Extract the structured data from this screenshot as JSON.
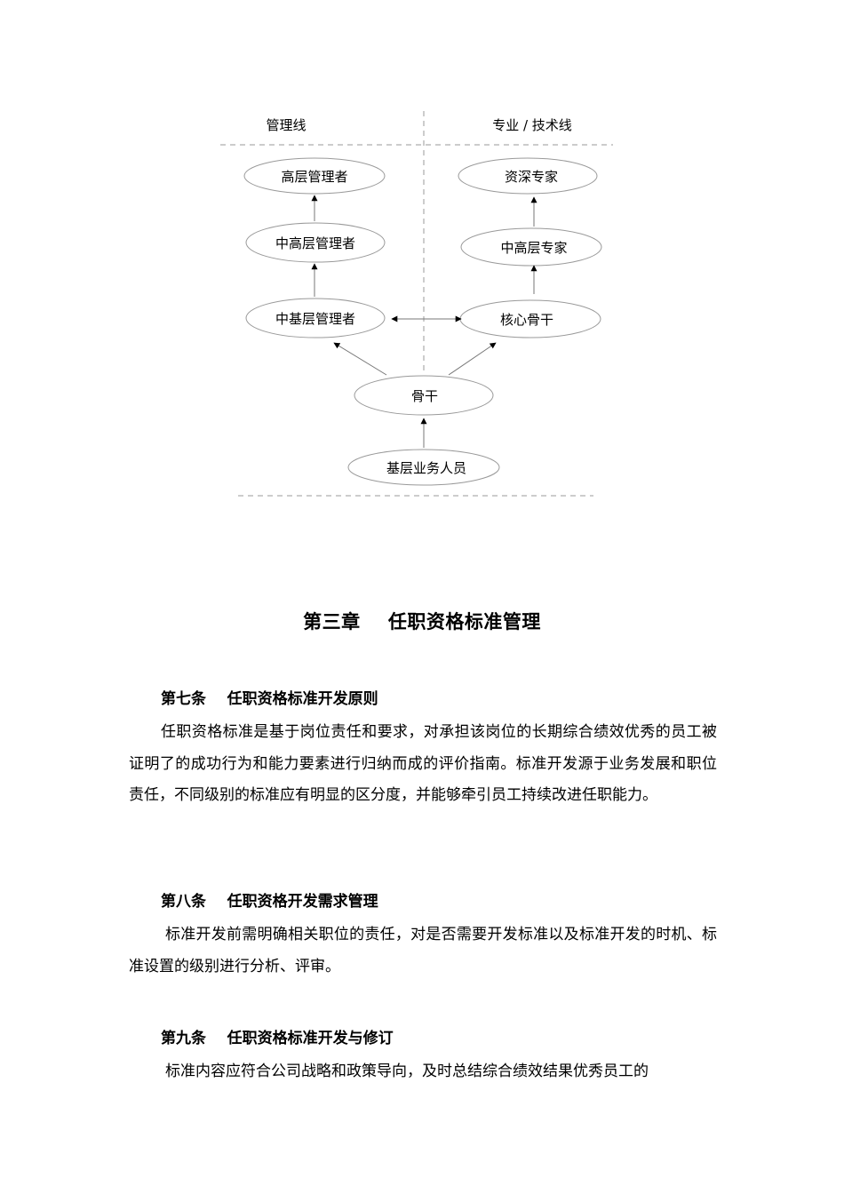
{
  "diagram": {
    "headers": {
      "management": "管理线",
      "technical": "专业 / 技术线"
    },
    "nodes": {
      "senior_manager": "高层管理者",
      "upper_mid_manager": "中高层管理者",
      "mid_base_manager": "中基层管理者",
      "senior_expert": "资深专家",
      "upper_mid_expert": "中高层专家",
      "core_backbone": "核心骨干",
      "backbone": "骨干",
      "base_staff": "基层业务人员"
    }
  },
  "chapter": {
    "title": "第三章    任职资格标准管理"
  },
  "articles": [
    {
      "heading": "第七条    任职资格标准开发原则",
      "body": "任职资格标准是基于岗位责任和要求，对承担该岗位的长期综合绩效优秀的员工被证明了的成功行为和能力要素进行归纳而成的评价指南。标准开发源于业务发展和职位责任，不同级别的标准应有明显的区分度，并能够牵引员工持续改进任职能力。"
    },
    {
      "heading": "第八条    任职资格开发需求管理",
      "body": "标准开发前需明确相关职位的责任，对是否需要开发标准以及标准开发的时机、标准设置的级别进行分析、评审。"
    },
    {
      "heading": "第九条    任职资格标准开发与修订",
      "body": "标准内容应符合公司战略和政策导向，及时总结综合绩效结果优秀员工的"
    }
  ]
}
